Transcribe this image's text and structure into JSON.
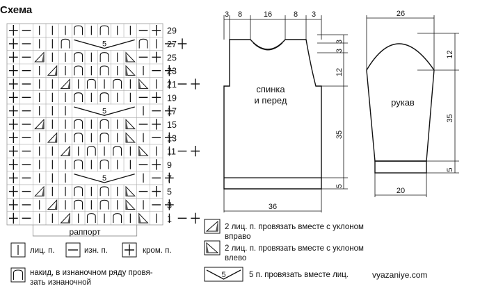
{
  "title": "Схема",
  "chart": {
    "row_numbers": [
      "29",
      "27",
      "25",
      "23",
      "21",
      "19",
      "17",
      "15",
      "13",
      "11",
      "9",
      "7",
      "5",
      "3",
      "1"
    ],
    "row_codes": [
      "+-|||N|N||-+",
      "+-||N5_N|-+",
      "+-R||N|N|L-+",
      "+-|R|N|N|L|-+",
      "+-||R|N|N|L||-+",
      "+-|||N|N||-+",
      "+-|||5_|-+",
      "+-R||N|N|L-+",
      "+-|R|N|N|L|-+",
      "+-||R|N|N|L||-+",
      "+-|||N|N||-+",
      "+-|||5_|-+",
      "+-R||N|N|L-+",
      "+-|R|N|N|L|-+",
      "+-||R|N|N|L||-+"
    ],
    "raport_label": "раппорт"
  },
  "pattern_legend": {
    "knit": "лиц. п.",
    "purl": "изн. п.",
    "edge": "кром. п.",
    "yarn_over": "накид, в изнаночном ряду провя-\nзать изнаночной",
    "k2tog_right": "2 лиц. п. провязать вместе с уклоном\nвправо",
    "k2tog_left": "2 лиц. п. провязать вместе с уклоном\nвлево",
    "k5tog_symbol": "5",
    "k5tog": "5  п. провязать вместе лиц."
  },
  "body": {
    "label": "спинка\nи перед",
    "top_dims": [
      "3",
      "8",
      "16",
      "8",
      "3"
    ],
    "right_dims": [
      "3",
      "3",
      "12",
      "35",
      "5"
    ],
    "width": "36"
  },
  "sleeve": {
    "label": "рукав",
    "top": "26",
    "right_dims": [
      "12",
      "35",
      "5"
    ],
    "bottom": "20"
  },
  "website": "vyazaniye.com"
}
